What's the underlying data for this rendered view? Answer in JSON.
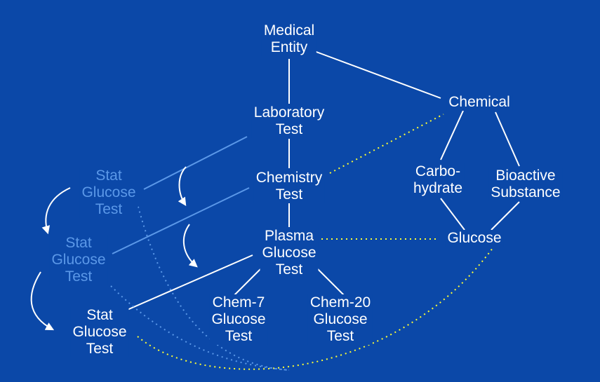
{
  "colors": {
    "background": "#0b48a8",
    "text": "#ffffff",
    "faded_text": "#5b98e8",
    "line": "#ffffff",
    "faded_line": "#5b98e8",
    "dotted_yellow": "#ffff33",
    "dotted_blue": "#5b98e8"
  },
  "nodes": {
    "medical_entity": "Medical\nEntity",
    "laboratory_test": "Laboratory\nTest",
    "chemistry_test": "Chemistry\nTest",
    "plasma_glucose_test": "Plasma\nGlucose\nTest",
    "chem7": "Chem-7\nGlucose\nTest",
    "chem20": "Chem-20\nGlucose\nTest",
    "chemical": "Chemical",
    "carbohydrate": "Carbo-\nhydrate",
    "bioactive_substance": "Bioactive\nSubstance",
    "glucose": "Glucose",
    "stat_glucose_test_1": "Stat\nGlucose\nTest",
    "stat_glucose_test_2": "Stat\nGlucose\nTest",
    "stat_glucose_test_3": "Stat\nGlucose\nTest"
  }
}
